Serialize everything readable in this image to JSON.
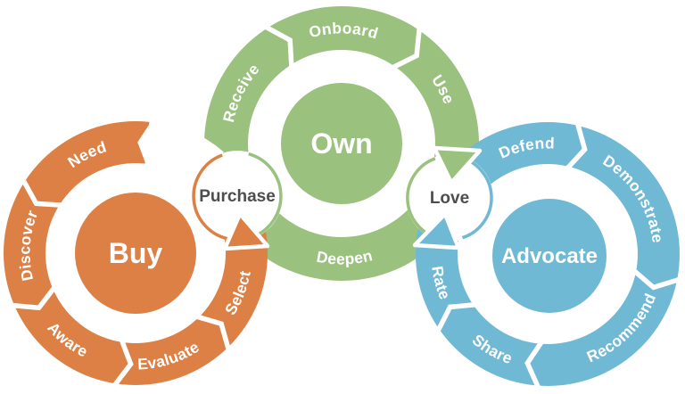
{
  "diagram": {
    "background": "#FFFFFF",
    "colors": {
      "buy_orange": "#DC8045",
      "own_green": "#9AC17E",
      "advocate_blue": "#70B9D5",
      "junction_text_gray": "#4D4D4F",
      "segment_text_white": "#FFFFFF"
    },
    "rings": {
      "buy": {
        "label": "Buy",
        "segments": [
          {
            "label": "Need"
          },
          {
            "label": "Discover"
          },
          {
            "label": "Aware"
          },
          {
            "label": "Evaluate"
          },
          {
            "label": "Select"
          }
        ]
      },
      "own": {
        "label": "Own",
        "segments": [
          {
            "label": "Receive"
          },
          {
            "label": "Onboard"
          },
          {
            "label": "Use"
          },
          {
            "label": "Deepen"
          }
        ]
      },
      "advocate": {
        "label": "Advocate",
        "segments": [
          {
            "label": "Defend"
          },
          {
            "label": "Demonstrate"
          },
          {
            "label": "Recommend"
          },
          {
            "label": "Share"
          },
          {
            "label": "Rate"
          }
        ]
      }
    },
    "junctions": {
      "purchase": {
        "label": "Purchase"
      },
      "love": {
        "label": "Love"
      }
    }
  }
}
